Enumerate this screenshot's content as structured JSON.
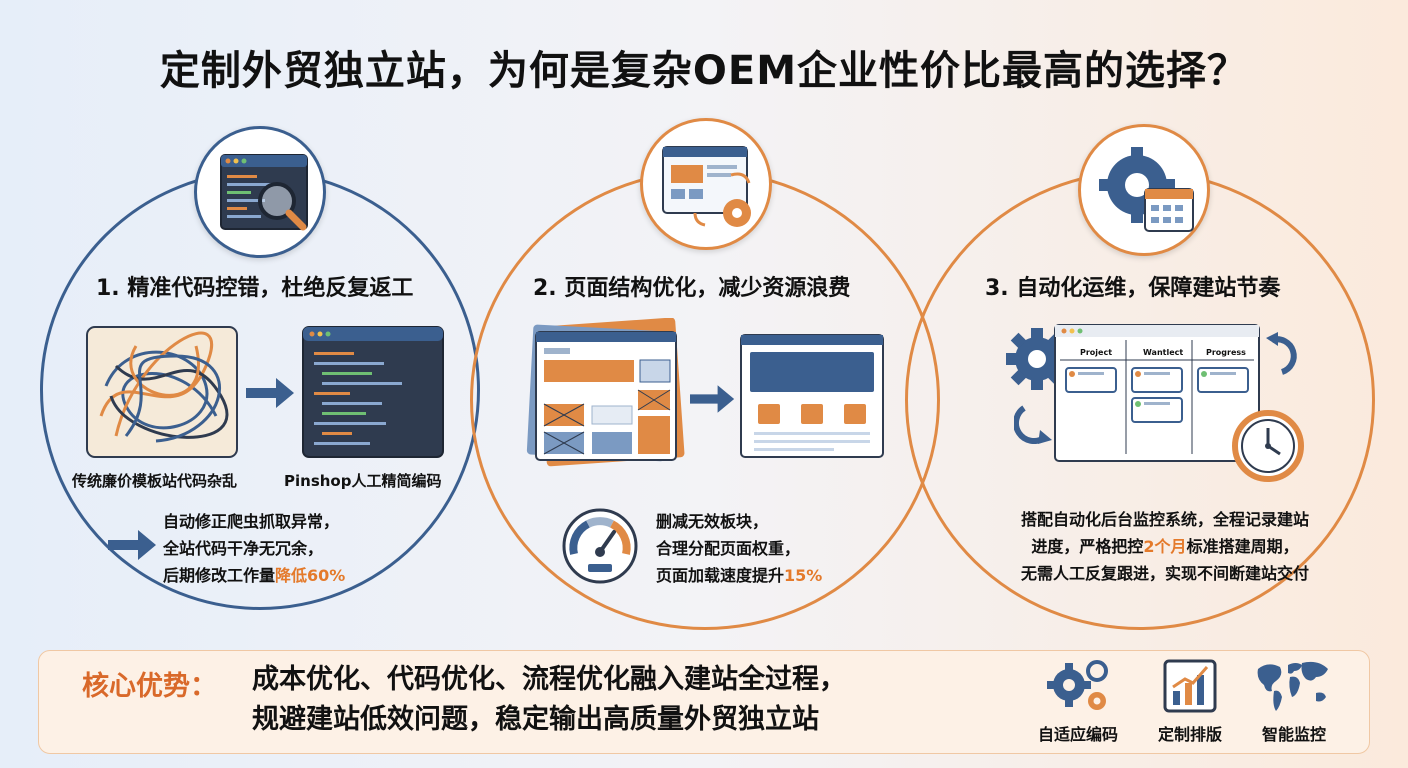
{
  "title": "定制外贸独立站，为何是复杂OEM企业性价比最高的选择？",
  "sections": [
    {
      "title": "1. 精准代码控错，杜绝反复返工",
      "caption_left": "传统廉价模板站代码杂乱",
      "caption_right": "Pinshop人工精简编码",
      "lines": [
        "自动修正爬虫抓取异常，",
        "全站代码干净无冗余，"
      ],
      "line3_prefix": "后期修改工作量",
      "line3_highlight": "降低60%",
      "icon": "code-search-icon"
    },
    {
      "title": "2. 页面结构优化，减少资源浪费",
      "lines": [
        "删减无效板块，",
        "合理分配页面权重，"
      ],
      "line3_prefix": "页面加载速度提升",
      "line3_highlight": "15%",
      "icon": "layout-optimize-icon"
    },
    {
      "title": "3. 自动化运维，保障建站节奏",
      "board_columns": [
        "Project",
        "Wantlect",
        "Progress"
      ],
      "line1": "搭配自动化后台监控系统，全程记录建站",
      "line2_prefix": "进度，严格把控",
      "line2_highlight": "2个月",
      "line2_suffix": "标准搭建周期，",
      "line3": "无需人工反复跟进，实现不间断建站交付",
      "icon": "gear-calendar-icon"
    }
  ],
  "core": {
    "label": "核心优势：",
    "line1": "成本优化、代码优化、流程优化融入建站全过程，",
    "line2": "规避建站低效问题，稳定输出高质量外贸独立站"
  },
  "features": [
    {
      "label": "自适应编码",
      "icon": "gears-icon"
    },
    {
      "label": "定制排版",
      "icon": "growth-chart-icon"
    },
    {
      "label": "智能监控",
      "icon": "world-map-icon"
    }
  ],
  "colors": {
    "blue": "#3b5f8f",
    "orange": "#e08a45",
    "highlight": "#e47a2b",
    "dark": "#2f3b4f"
  }
}
